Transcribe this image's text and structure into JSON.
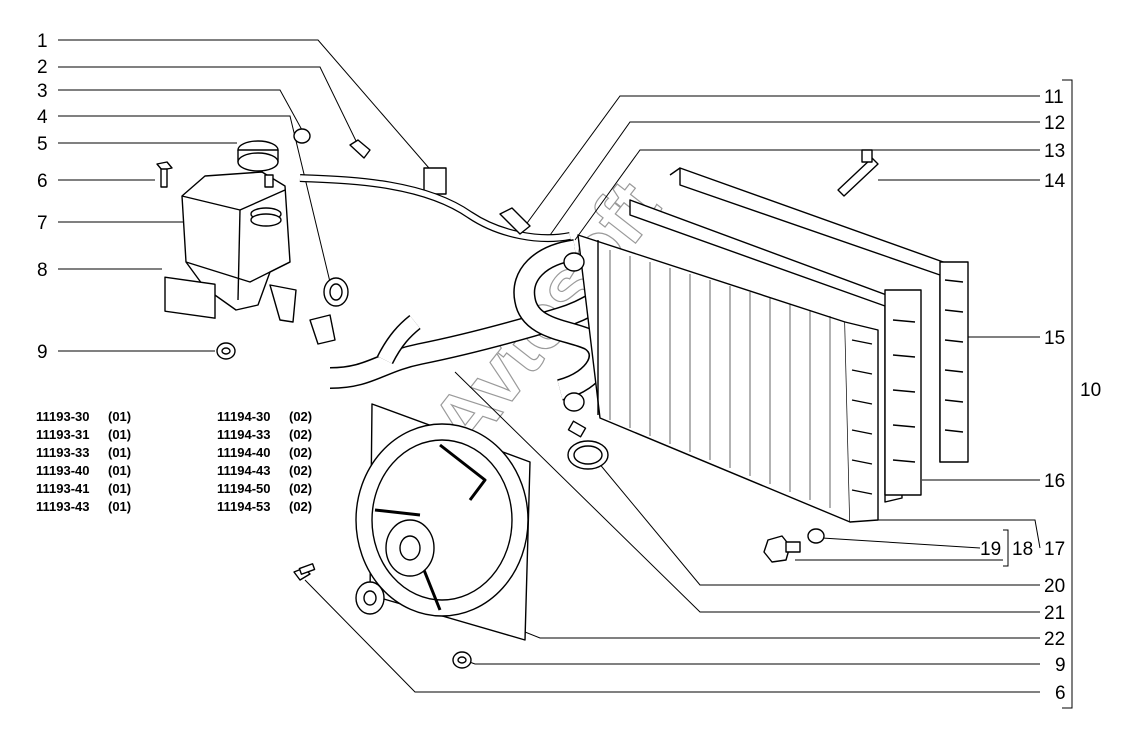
{
  "callouts": {
    "c1": "1",
    "c2": "2",
    "c3": "3",
    "c4": "4",
    "c5": "5",
    "c6": "6",
    "c7": "7",
    "c8": "8",
    "c9": "9",
    "c10": "10",
    "c11": "11",
    "c12": "12",
    "c13": "13",
    "c14": "14",
    "c15": "15",
    "c16": "16",
    "c17": "17",
    "c18": "18",
    "c19": "19",
    "c20": "20",
    "c21": "21",
    "c22": "22",
    "c9b": "9",
    "c6b": "6"
  },
  "codes_left": [
    {
      "num": "11193-30",
      "variant": "(01)"
    },
    {
      "num": "11193-31",
      "variant": "(01)"
    },
    {
      "num": "11193-33",
      "variant": "(01)"
    },
    {
      "num": "11193-40",
      "variant": "(01)"
    },
    {
      "num": "11193-41",
      "variant": "(01)"
    },
    {
      "num": "11193-43",
      "variant": "(01)"
    }
  ],
  "codes_right": [
    {
      "num": "11194-30",
      "variant": "(02)"
    },
    {
      "num": "11194-33",
      "variant": "(02)"
    },
    {
      "num": "11194-40",
      "variant": "(02)"
    },
    {
      "num": "11194-43",
      "variant": "(02)"
    },
    {
      "num": "11194-50",
      "variant": "(02)"
    },
    {
      "num": "11194-53",
      "variant": "(02)"
    }
  ],
  "watermark": "Avtosoft"
}
